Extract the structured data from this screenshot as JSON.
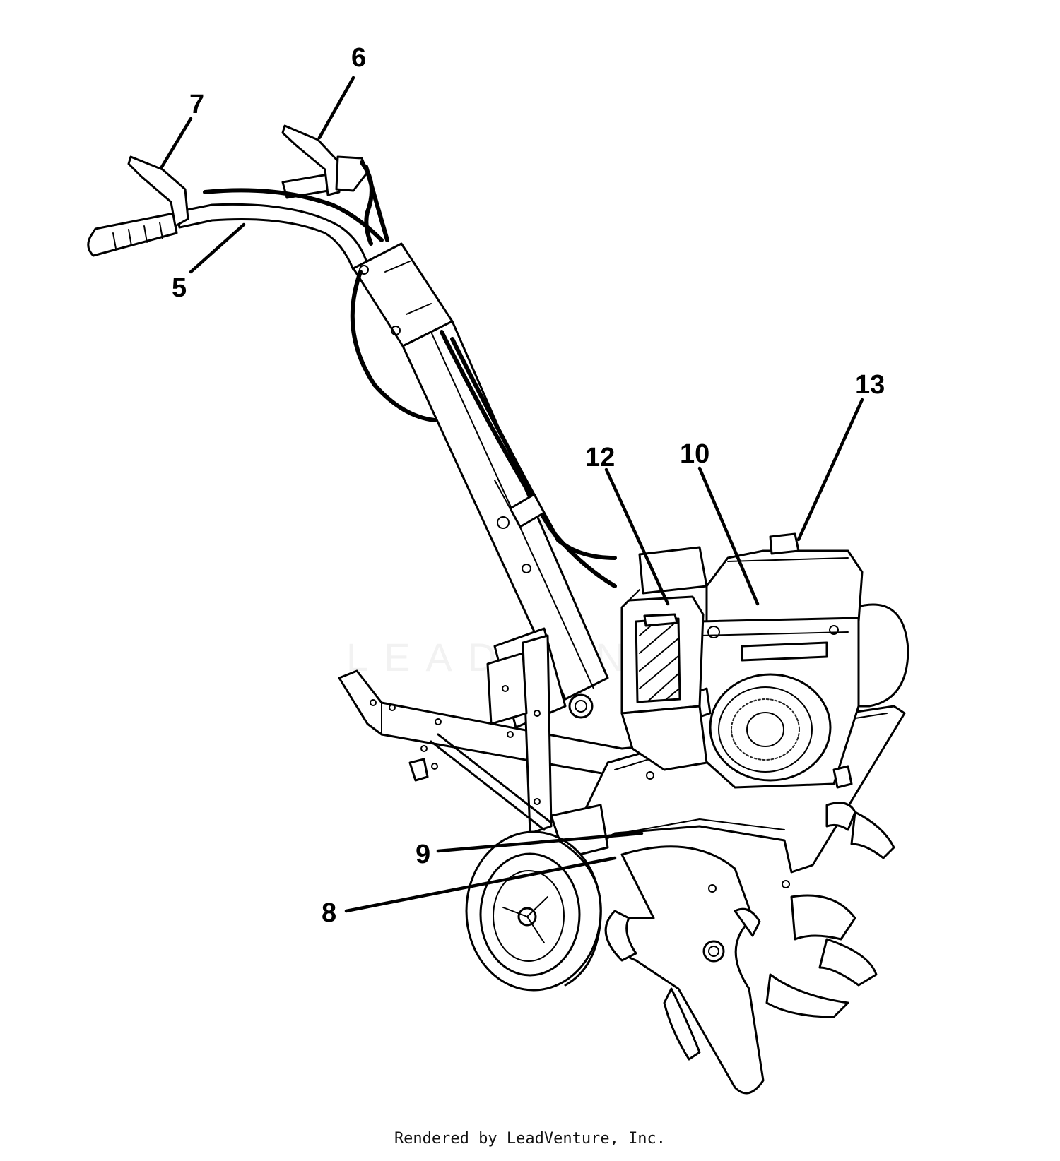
{
  "diagram": {
    "callouts": [
      {
        "id": "c5",
        "label": "5"
      },
      {
        "id": "c6",
        "label": "6"
      },
      {
        "id": "c7",
        "label": "7"
      },
      {
        "id": "c8",
        "label": "8"
      },
      {
        "id": "c9",
        "label": "9"
      },
      {
        "id": "c10",
        "label": "10"
      },
      {
        "id": "c12",
        "label": "12"
      },
      {
        "id": "c13",
        "label": "13"
      }
    ],
    "watermark": "LEADVENTURE"
  },
  "footer": {
    "text": "Rendered by LeadVenture, Inc."
  }
}
